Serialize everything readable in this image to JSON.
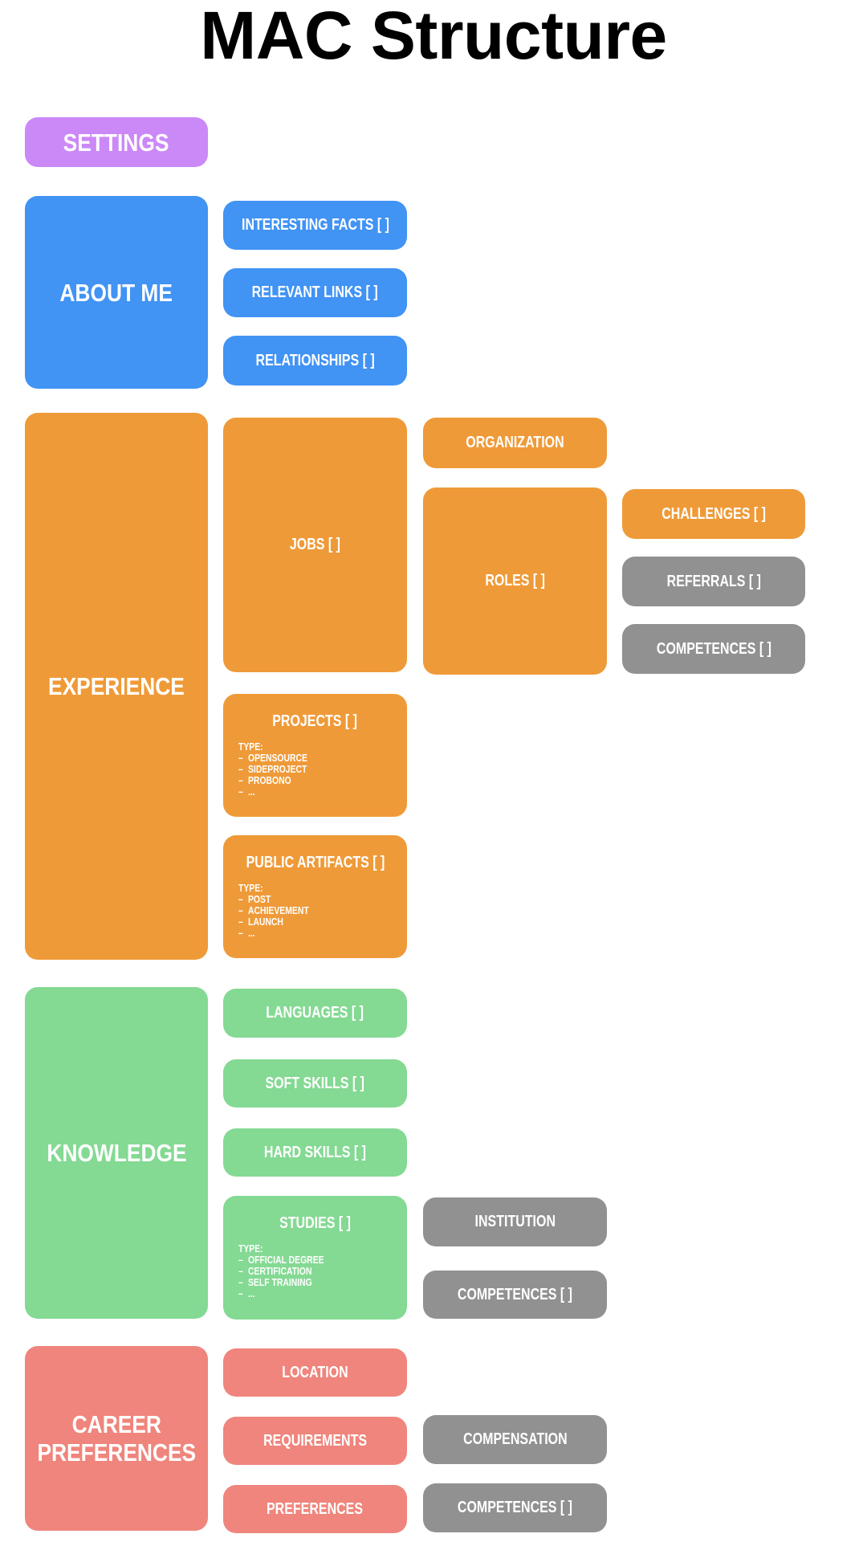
{
  "title": "MAC Structure",
  "bullet": "–",
  "colors": {
    "settings": "#cb88f7",
    "about_me": "#4193f4",
    "experience": "#ef9a38",
    "knowledge": "#84d993",
    "career_preferences": "#ef857c",
    "secondary": "#919191",
    "text": "#ffffff",
    "title": "#000000",
    "background": "#ffffff"
  },
  "settings": {
    "label": "SETTINGS"
  },
  "about_me": {
    "label": "ABOUT ME",
    "interesting_facts": "INTERESTING FACTS [ ]",
    "relevant_links": "RELEVANT LINKS [ ]",
    "relationships": "RELATIONSHIPS [ ]"
  },
  "experience": {
    "label": "EXPERIENCE",
    "jobs": {
      "label": "JOBS [ ]",
      "organization": "ORGANIZATION",
      "roles": {
        "label": "ROLES [ ]",
        "challenges": "CHALLENGES [ ]",
        "referrals": "REFERRALS [ ]",
        "competences": "COMPETENCES [ ]"
      }
    },
    "projects": {
      "title": "PROJECTS [ ]",
      "type_heading": "TYPE:",
      "types": [
        "OPENSOURCE",
        "SIDEPROJECT",
        "PROBONO",
        "..."
      ]
    },
    "public_artifacts": {
      "title": "PUBLIC ARTIFACTS [ ]",
      "type_heading": "TYPE:",
      "types": [
        "POST",
        "ACHIEVEMENT",
        "LAUNCH",
        "..."
      ]
    }
  },
  "knowledge": {
    "label": "KNOWLEDGE",
    "languages": "LANGUAGES [ ]",
    "soft_skills": "SOFT SKILLS [ ]",
    "hard_skills": "HARD SKILLS [ ]",
    "studies": {
      "title": "STUDIES [ ]",
      "type_heading": "TYPE:",
      "types": [
        "OFFICIAL DEGREE",
        "CERTIFICATION",
        "SELF TRAINING",
        "..."
      ],
      "institution": "INSTITUTION",
      "competences": "COMPETENCES [ ]"
    }
  },
  "career_preferences": {
    "label": "CAREER PREFERENCES",
    "location": "LOCATION",
    "requirements": {
      "label": "REQUIREMENTS",
      "compensation": "COMPENSATION",
      "competences": "COMPETENCES [ ]"
    },
    "preferences": "PREFERENCES"
  }
}
